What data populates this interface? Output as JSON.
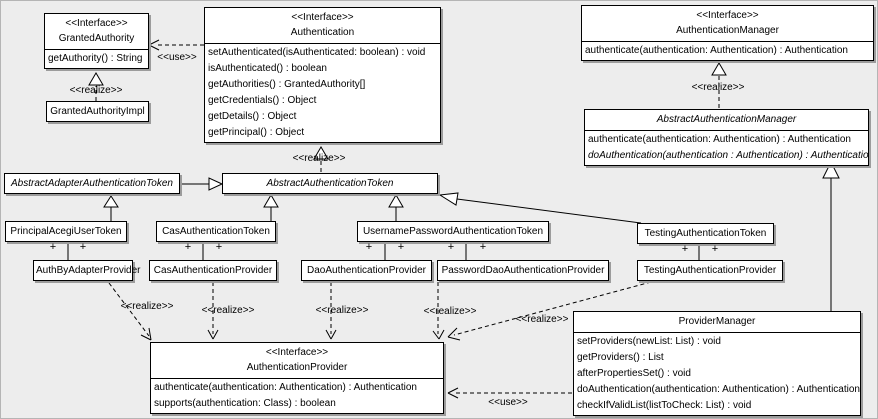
{
  "diagram_type": "uml-class-diagram",
  "colors": {
    "background": "#ededed",
    "box_fill": "#ffffff",
    "line": "#000000",
    "shadow": "#9c9c9c"
  },
  "edge_labels": {
    "use": "<<use>>",
    "realize": "<<realize>>",
    "plus": "+"
  },
  "boxes": {
    "granted_authority": {
      "stereotype": "<<Interface>>",
      "name": "GrantedAuthority",
      "methods": [
        "getAuthority() : String"
      ]
    },
    "granted_authority_impl": {
      "name": "GrantedAuthorityImpl"
    },
    "authentication": {
      "stereotype": "<<Interface>>",
      "name": "Authentication",
      "methods": [
        "setAuthenticated(isAuthenticated: boolean) : void",
        "isAuthenticated() : boolean",
        "getAuthorities() : GrantedAuthority[]",
        "getCredentials() : Object",
        "getDetails() : Object",
        "getPrincipal() : Object"
      ]
    },
    "authentication_manager": {
      "stereotype": "<<Interface>>",
      "name": "AuthenticationManager",
      "methods": [
        "authenticate(authentication: Authentication) : Authentication"
      ]
    },
    "abstract_authentication_manager": {
      "name": "AbstractAuthenticationManager",
      "methods": [
        "authenticate(authentication: Authentication) : Authentication",
        "doAuthentication(authentication : Authentication) : Authentication"
      ]
    },
    "abstract_adapter_authentication_token": {
      "name": "AbstractAdapterAuthenticationToken"
    },
    "abstract_authentication_token": {
      "name": "AbstractAuthenticationToken"
    },
    "principal_acegi_user_token": {
      "name": "PrincipalAcegiUserToken"
    },
    "cas_authentication_token": {
      "name": "CasAuthenticationToken"
    },
    "username_password_authentication_token": {
      "name": "UsernamePasswordAuthenticationToken"
    },
    "testing_authentication_token": {
      "name": "TestingAuthenticationToken"
    },
    "auth_by_adapter_provider": {
      "name": "AuthByAdapterProvider"
    },
    "cas_authentication_provider": {
      "name": "CasAuthenticationProvider"
    },
    "dao_authentication_provider": {
      "name": "DaoAuthenticationProvider"
    },
    "password_dao_authentication_provider": {
      "name": "PasswordDaoAuthenticationProvider"
    },
    "testing_authentication_provider": {
      "name": "TestingAuthenticationProvider"
    },
    "authentication_provider": {
      "stereotype": "<<Interface>>",
      "name": "AuthenticationProvider",
      "methods": [
        "authenticate(authentication: Authentication) : Authentication",
        "supports(authentication: Class) : boolean"
      ]
    },
    "provider_manager": {
      "name": "ProviderManager",
      "methods": [
        "setProviders(newList: List) : void",
        "getProviders() : List",
        "afterPropertiesSet() : void",
        "doAuthentication(authentication: Authentication) : Authentication",
        "checkIfValidList(listToCheck: List) : void"
      ]
    }
  }
}
